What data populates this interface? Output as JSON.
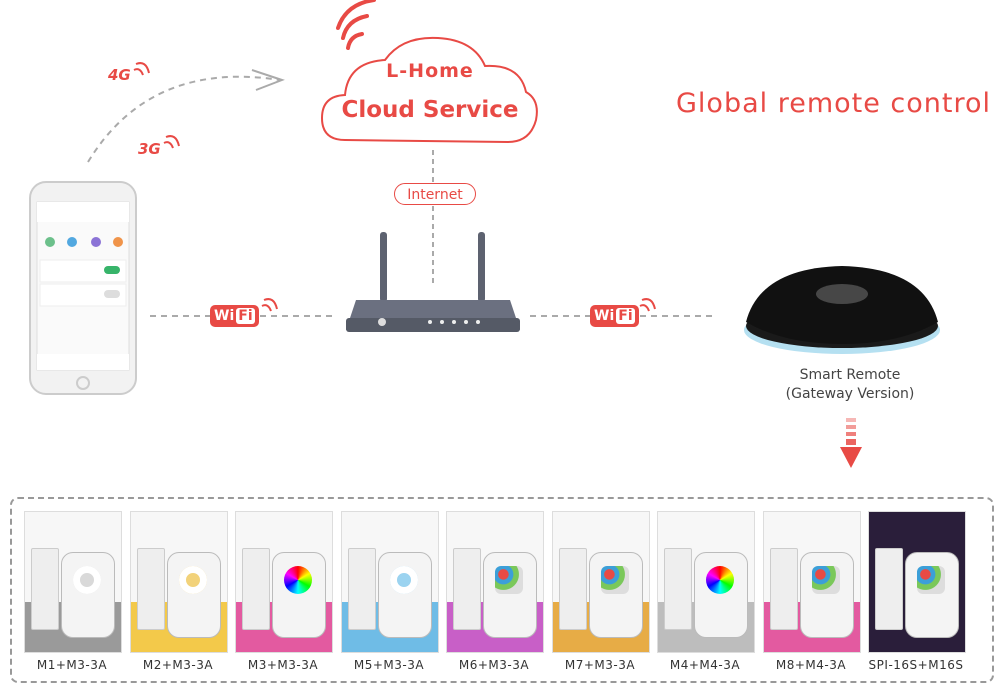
{
  "cloud": {
    "line1": "L-Home",
    "line2": "Cloud Service"
  },
  "internet_label": "Internet",
  "headline": "Global remote control",
  "mobile_labels": {
    "g4": "4G",
    "g3": "3G"
  },
  "wifi_label": {
    "wi": "Wi",
    "fi": "Fi"
  },
  "gateway": {
    "line1": "Smart Remote",
    "line2": "(Gateway Version)"
  },
  "products": [
    {
      "caption": "M1+M3-3A",
      "dial": "#d9d9d9",
      "bottom": "#9a9a9a"
    },
    {
      "caption": "M2+M3-3A",
      "dial": "#f2d27a",
      "bottom": "#f3c94a"
    },
    {
      "caption": "M3+M3-3A",
      "dial": "conic",
      "bottom": "#e35aa0"
    },
    {
      "caption": "M5+M3-3A",
      "dial": "#9bd3f0",
      "bottom": "#6fbce6"
    },
    {
      "caption": "M6+M3-3A",
      "dial": "keys",
      "bottom": "#c85fc7"
    },
    {
      "caption": "M7+M3-3A",
      "dial": "keys",
      "bottom": "#e7ac46"
    },
    {
      "caption": "M4+M4-3A",
      "dial": "conic",
      "bottom": "#bdbdbd"
    },
    {
      "caption": "M8+M4-3A",
      "dial": "keys",
      "bottom": "#e35aa0"
    },
    {
      "caption": "SPI-16S+M16S",
      "dial": "keys",
      "bottom": "#2a1e3a"
    }
  ],
  "colors": {
    "accent": "#e84a45",
    "mini_blue": "#3c9fd8",
    "gateway_glow": "#2aa7d8"
  }
}
